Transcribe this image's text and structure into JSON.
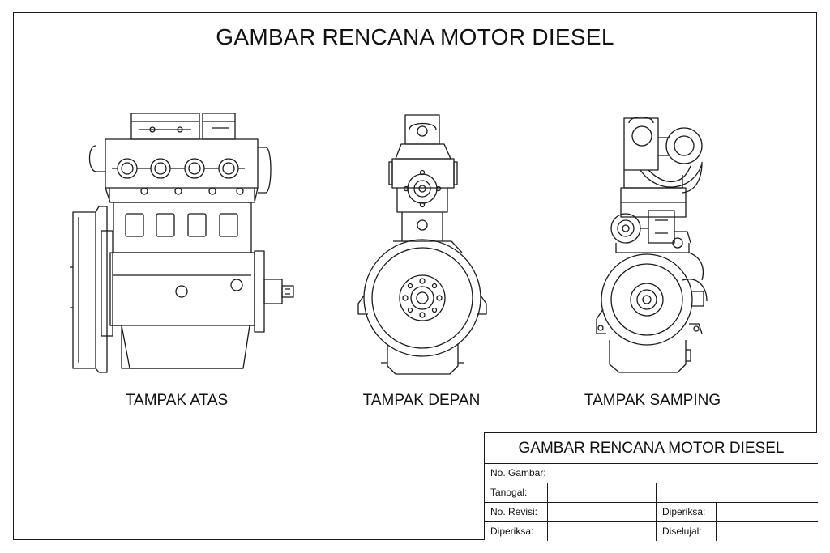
{
  "title": "GAMBAR RENCANA MOTOR DIESEL",
  "views": {
    "top": "TAMPAK ATAS",
    "front": "TAMPAK DEPAN",
    "side": "TAMPAK SAMPING"
  },
  "title_block": {
    "title": "GAMBAR RENCANA MOTOR DIESEL",
    "no_gambar": "No. Gambar:",
    "tanggal": "Tanogal:",
    "no_revisi": "No. Revisi:",
    "diperiksa_right": "Diperiksa:",
    "diperiksa_left": "Diperiksa:",
    "disetujui": "Diselujal:"
  },
  "colors": {
    "line": "#1a1a1a",
    "background": "#ffffff"
  }
}
